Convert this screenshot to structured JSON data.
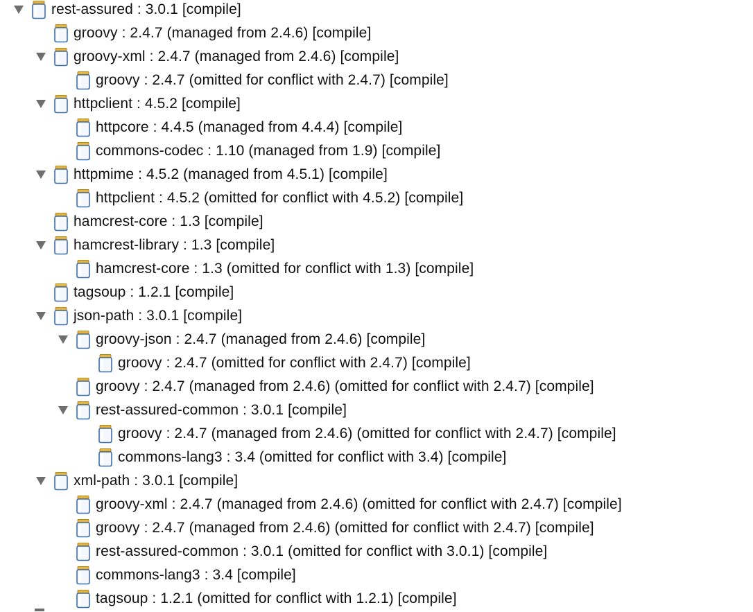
{
  "tree": {
    "rows": [
      {
        "depth": 0,
        "expandable": true,
        "label": "rest-assured : 3.0.1 [compile]"
      },
      {
        "depth": 1,
        "expandable": false,
        "label": "groovy : 2.4.7 (managed from 2.4.6) [compile]"
      },
      {
        "depth": 1,
        "expandable": true,
        "label": "groovy-xml : 2.4.7 (managed from 2.4.6) [compile]"
      },
      {
        "depth": 2,
        "expandable": false,
        "label": "groovy : 2.4.7 (omitted for conflict with 2.4.7) [compile]"
      },
      {
        "depth": 1,
        "expandable": true,
        "label": "httpclient : 4.5.2 [compile]"
      },
      {
        "depth": 2,
        "expandable": false,
        "label": "httpcore : 4.4.5 (managed from 4.4.4) [compile]"
      },
      {
        "depth": 2,
        "expandable": false,
        "label": "commons-codec : 1.10 (managed from 1.9) [compile]"
      },
      {
        "depth": 1,
        "expandable": true,
        "label": "httpmime : 4.5.2 (managed from 4.5.1) [compile]"
      },
      {
        "depth": 2,
        "expandable": false,
        "label": "httpclient : 4.5.2 (omitted for conflict with 4.5.2) [compile]"
      },
      {
        "depth": 1,
        "expandable": false,
        "label": "hamcrest-core : 1.3 [compile]"
      },
      {
        "depth": 1,
        "expandable": true,
        "label": "hamcrest-library : 1.3 [compile]"
      },
      {
        "depth": 2,
        "expandable": false,
        "label": "hamcrest-core : 1.3 (omitted for conflict with 1.3) [compile]"
      },
      {
        "depth": 1,
        "expandable": false,
        "label": "tagsoup : 1.2.1 [compile]"
      },
      {
        "depth": 1,
        "expandable": true,
        "label": "json-path : 3.0.1 [compile]"
      },
      {
        "depth": 2,
        "expandable": true,
        "label": "groovy-json : 2.4.7 (managed from 2.4.6) [compile]"
      },
      {
        "depth": 3,
        "expandable": false,
        "label": "groovy : 2.4.7 (omitted for conflict with 2.4.7) [compile]"
      },
      {
        "depth": 2,
        "expandable": false,
        "label": "groovy : 2.4.7 (managed from 2.4.6) (omitted for conflict with 2.4.7) [compile]"
      },
      {
        "depth": 2,
        "expandable": true,
        "label": "rest-assured-common : 3.0.1 [compile]"
      },
      {
        "depth": 3,
        "expandable": false,
        "label": "groovy : 2.4.7 (managed from 2.4.6) (omitted for conflict with 2.4.7) [compile]"
      },
      {
        "depth": 3,
        "expandable": false,
        "label": "commons-lang3 : 3.4 (omitted for conflict with 3.4) [compile]"
      },
      {
        "depth": 1,
        "expandable": true,
        "label": "xml-path : 3.0.1 [compile]"
      },
      {
        "depth": 2,
        "expandable": false,
        "label": "groovy-xml : 2.4.7 (managed from 2.4.6) (omitted for conflict with 2.4.7) [compile]"
      },
      {
        "depth": 2,
        "expandable": false,
        "label": "groovy : 2.4.7 (managed from 2.4.6) (omitted for conflict with 2.4.7) [compile]"
      },
      {
        "depth": 2,
        "expandable": false,
        "label": "rest-assured-common : 3.0.1 (omitted for conflict with 3.0.1) [compile]"
      },
      {
        "depth": 2,
        "expandable": false,
        "label": "commons-lang3 : 3.4 [compile]"
      },
      {
        "depth": 2,
        "expandable": false,
        "label": "tagsoup : 1.2.1 (omitted for conflict with 1.2.1) [compile]"
      }
    ]
  },
  "colors": {
    "twisty": "#6e6e6e",
    "jar_body": "#f4f8fc",
    "jar_outline": "#3f6fa8",
    "jar_lid": "#e8b43a",
    "text": "#111111"
  },
  "icons": {
    "expanded": "chevron-down-icon",
    "node": "jar-icon"
  }
}
